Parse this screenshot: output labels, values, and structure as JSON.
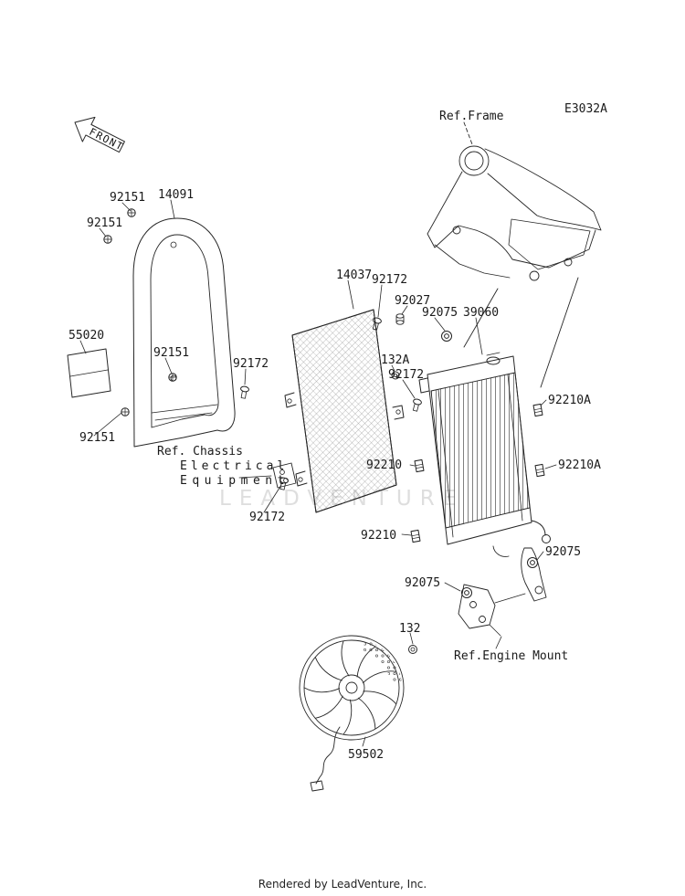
{
  "page": {
    "code": "E3032A",
    "front_arrow": "FRONT",
    "watermark": "LEADVENTURE",
    "footer": "Rendered by LeadVenture, Inc."
  },
  "refs": {
    "frame": "Ref.Frame",
    "chassis_line1": "Ref. Chassis",
    "chassis_line2": "Electrical",
    "chassis_line3": "Equipment",
    "engine_mount": "Ref.Engine Mount"
  },
  "parts": {
    "n14091": "14091",
    "n14037": "14037",
    "n39060": "39060",
    "n55020": "55020",
    "n59502": "59502",
    "n92027": "92027",
    "n92075": "92075",
    "n92151": "92151",
    "n92172": "92172",
    "n92210": "92210",
    "n92210A": "92210A",
    "n132": "132",
    "n132A": "132A"
  }
}
